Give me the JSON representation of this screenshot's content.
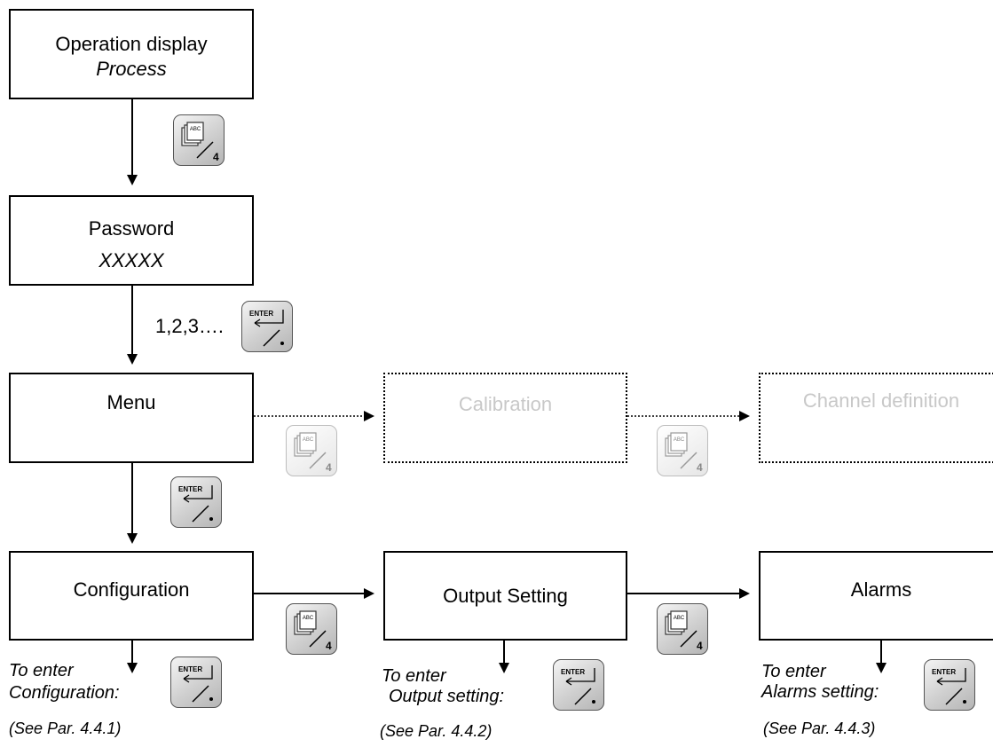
{
  "boxes": {
    "operation": {
      "line1": "Operation display",
      "line2": "Process"
    },
    "password": {
      "line1": "Password",
      "line2": "XXXXX"
    },
    "menu": {
      "line1": "Menu"
    },
    "calibration": {
      "line1": "Calibration"
    },
    "channel_definition": {
      "line1": "Channel definition"
    },
    "configuration": {
      "line1": "Configuration"
    },
    "output_setting": {
      "line1": "Output Setting"
    },
    "alarms": {
      "line1": "Alarms"
    }
  },
  "password_sequence": "1,2,3….",
  "keys": {
    "abc_key": {
      "letters": "ABC",
      "number": "4"
    },
    "enter_key": {
      "label": "ENTER"
    }
  },
  "notes": {
    "configuration": {
      "line1": "To enter",
      "line2": "Configuration:",
      "ref": "(See Par. 4.4.1)"
    },
    "output": {
      "line1": "To enter",
      "line2": "Output setting:",
      "ref": "(See Par. 4.4.2)"
    },
    "alarms": {
      "line1": "To enter",
      "line2": "Alarms setting:",
      "ref": "(See Par. 4.4.3)"
    }
  },
  "colors": {
    "active": "#000000",
    "inactive": "#c8c8c8"
  }
}
